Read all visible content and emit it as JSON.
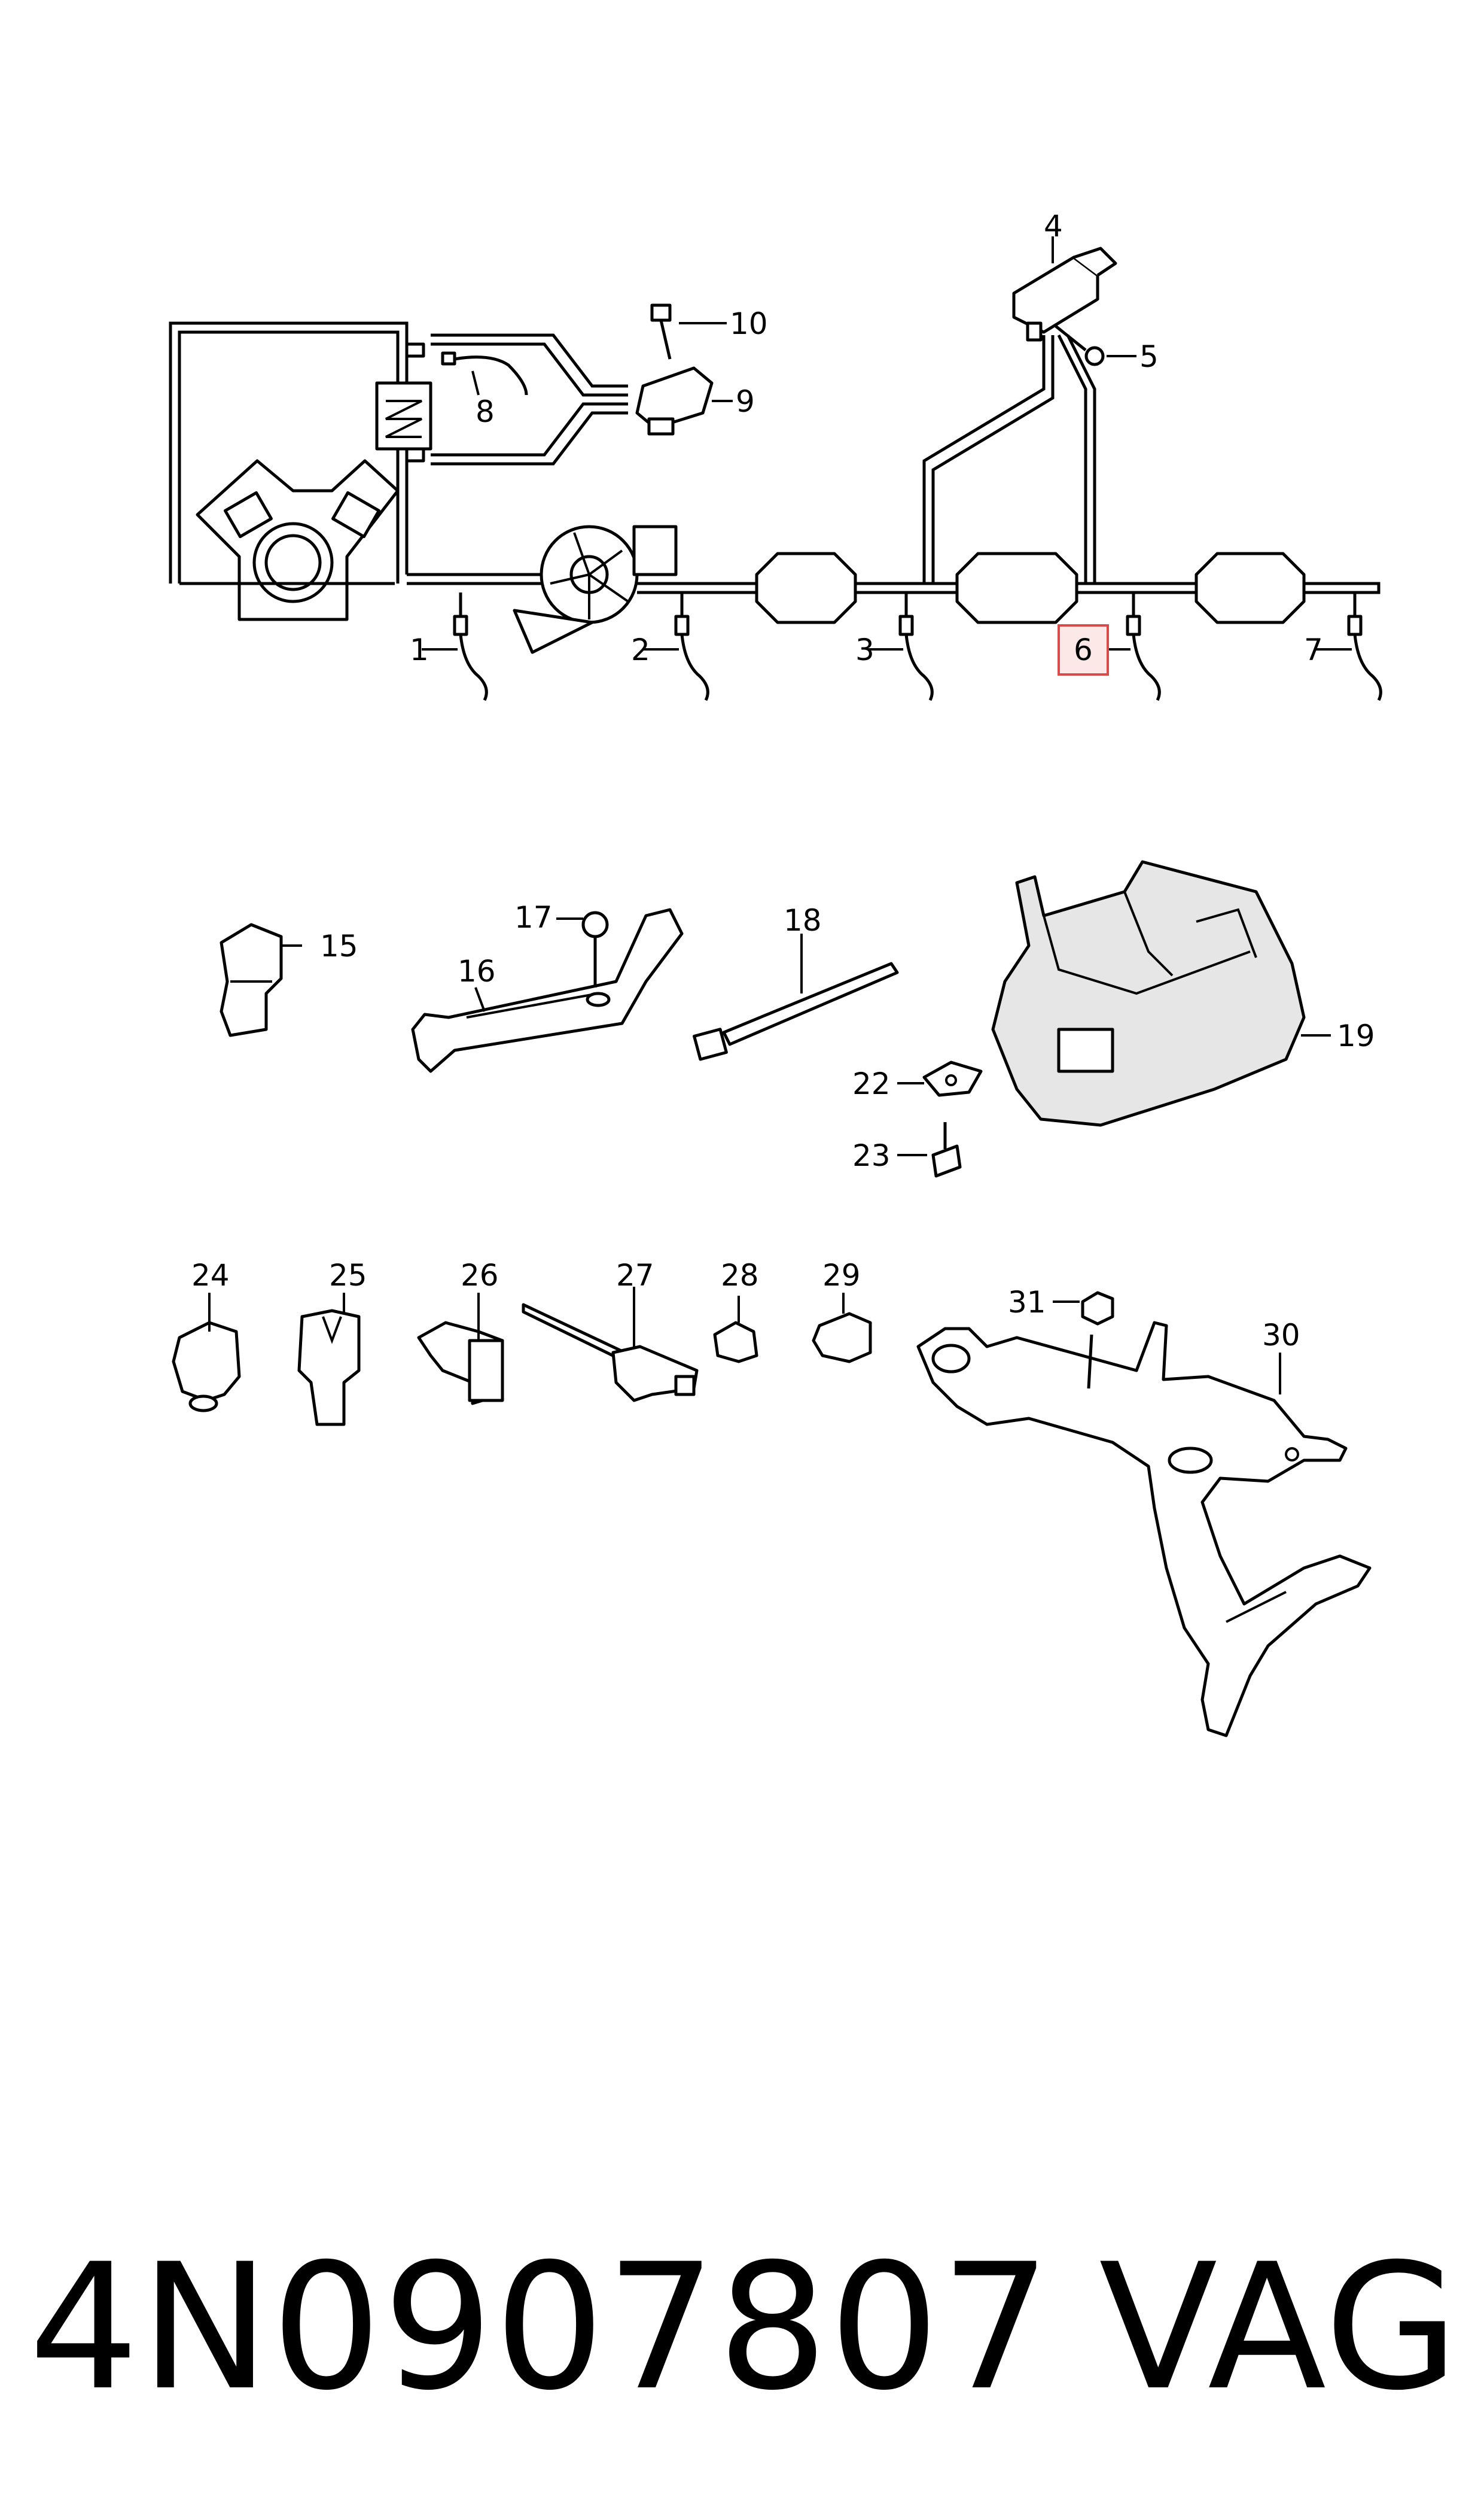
{
  "callouts": {
    "c1": "1",
    "c2": "2",
    "c3": "3",
    "c4": "4",
    "c5": "5",
    "c6": "6",
    "c7": "7",
    "c8": "8",
    "c9": "9",
    "c10": "10",
    "c15": "15",
    "c16": "16",
    "c17": "17",
    "c18": "18",
    "c19": "19",
    "c22": "22",
    "c23": "23",
    "c24": "24",
    "c25": "25",
    "c26": "26",
    "c27": "27",
    "c28": "28",
    "c29": "29",
    "c30": "30",
    "c31": "31"
  },
  "highlight": {
    "callout": "6",
    "color": "#d94b4b"
  },
  "footer": {
    "part_number": "4N0907807",
    "brand": "VAG"
  }
}
